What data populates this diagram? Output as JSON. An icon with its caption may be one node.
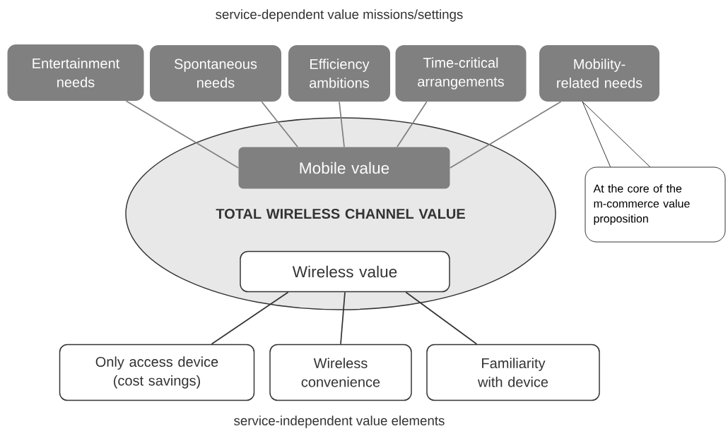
{
  "diagram": {
    "nodes": [
      {
        "text": [
          "Entertainment needs"
        ]
      },
      {
        "text": [
          "Spontaneous needs"
        ]
      },
      {
        "text": [
          "Efficiency ambitions"
        ]
      },
      {
        "text": [
          "Time-critical arrangements"
        ]
      },
      {
        "text": [
          "Mobility-related needs"
        ]
      },
      {
        "text": [
          "TOTAL WIRELESS CHANNEL VALUE"
        ]
      },
      {
        "text": [
          "Mobile value"
        ],
        "in": 5
      },
      {
        "text": [
          "At the core of the m-commerce value proposition"
        ]
      },
      {
        "text": [
          "Wireless value"
        ],
        "in": 5
      },
      {
        "text": [
          "Only access device (cost savings)"
        ]
      },
      {
        "text": [
          "Wireless convenience"
        ]
      },
      {
        "text": [
          "Familiarity with device"
        ]
      }
    ],
    "edges": [
      {
        "from": 0,
        "to": 6,
        "arrow": "none"
      },
      {
        "from": 1,
        "to": 6,
        "arrow": "none"
      },
      {
        "from": 2,
        "to": 6,
        "arrow": "none"
      },
      {
        "from": 3,
        "to": 6,
        "arrow": "none"
      },
      {
        "from": 4,
        "to": 6,
        "arrow": "none"
      },
      {
        "from": 8,
        "to": 9,
        "arrow": "none",
        "color": "#333333"
      },
      {
        "from": 8,
        "to": 10,
        "arrow": "none",
        "color": "#333333"
      },
      {
        "from": 8,
        "to": 11,
        "arrow": "none",
        "color": "#333333"
      },
      {
        "from": 7,
        "to": 4,
        "arrow": "none",
        "color": "#000000"
      }
    ],
    "labels": [
      "service-dependent value missions/settings",
      "service-independent value elements"
    ]
  }
}
